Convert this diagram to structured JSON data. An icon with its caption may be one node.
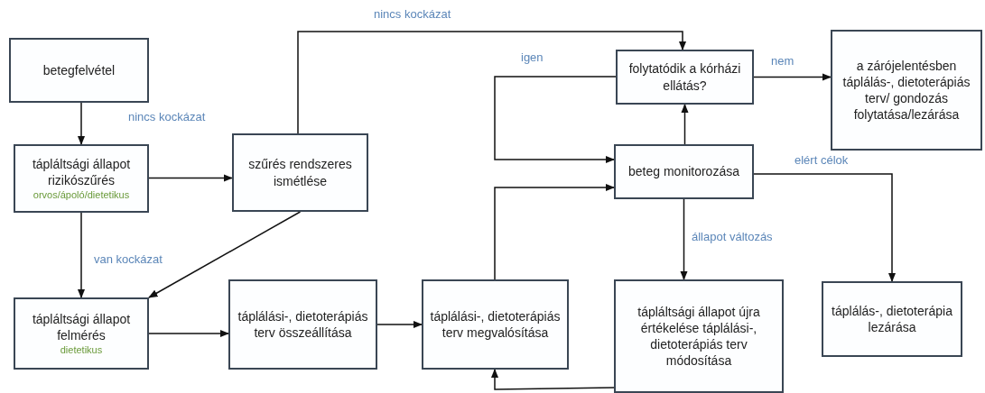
{
  "diagram": {
    "nodes": [
      {
        "text": [
          "betegfelvétel"
        ]
      },
      {
        "text": [
          "tápláltsági állapot rizikószűrés",
          "orvos/ápoló/dietetikus"
        ]
      },
      {
        "text": [
          "szűrés rendszeres ismétlése"
        ]
      },
      {
        "text": [
          "tápláltsági állapot felmérés",
          "dietetikus"
        ]
      },
      {
        "text": [
          "táplálási-, dietoterápiás terv összeállítása"
        ]
      },
      {
        "text": [
          "táplálási-, dietoterápiás terv megvalósítása"
        ]
      },
      {
        "text": [
          "folytatódik a kórházi ellátás?"
        ]
      },
      {
        "text": [
          "a zárójelentésben táplálás-, dietoterápiás terv/ gondozás folytatása/lezárása"
        ]
      },
      {
        "text": [
          "beteg monitorozása"
        ]
      },
      {
        "text": [
          "tápláltsági állapot újra értékelése táplálási-, dietoterápiás terv módosítása"
        ]
      },
      {
        "text": [
          "táplálás-, dietoterápia lezárása"
        ]
      }
    ],
    "edges": [
      {
        "from": 0,
        "to": 1,
        "arrow": "to"
      },
      {
        "from": 1,
        "to": 2,
        "arrow": "to",
        "label": "nincs kockázat"
      },
      {
        "from": 1,
        "to": 3,
        "arrow": "to",
        "label": "van kockázat"
      },
      {
        "from": 2,
        "to": 3,
        "arrow": "to"
      },
      {
        "from": 2,
        "to": 6,
        "arrow": "to",
        "label": "nincs kockázat"
      },
      {
        "from": 3,
        "to": 4,
        "arrow": "to"
      },
      {
        "from": 4,
        "to": 5,
        "arrow": "to"
      },
      {
        "from": 5,
        "to": 8,
        "arrow": "to"
      },
      {
        "from": 6,
        "to": 8,
        "arrow": "to",
        "label": "igen"
      },
      {
        "from": 8,
        "to": 6,
        "arrow": "to"
      },
      {
        "from": 6,
        "to": 7,
        "arrow": "to",
        "label": "nem"
      },
      {
        "from": 8,
        "to": 10,
        "arrow": "to",
        "label": "elért célok"
      },
      {
        "from": 8,
        "to": 9,
        "arrow": "to",
        "label": "állapot változás"
      },
      {
        "from": 9,
        "to": 5,
        "arrow": "to"
      }
    ]
  }
}
